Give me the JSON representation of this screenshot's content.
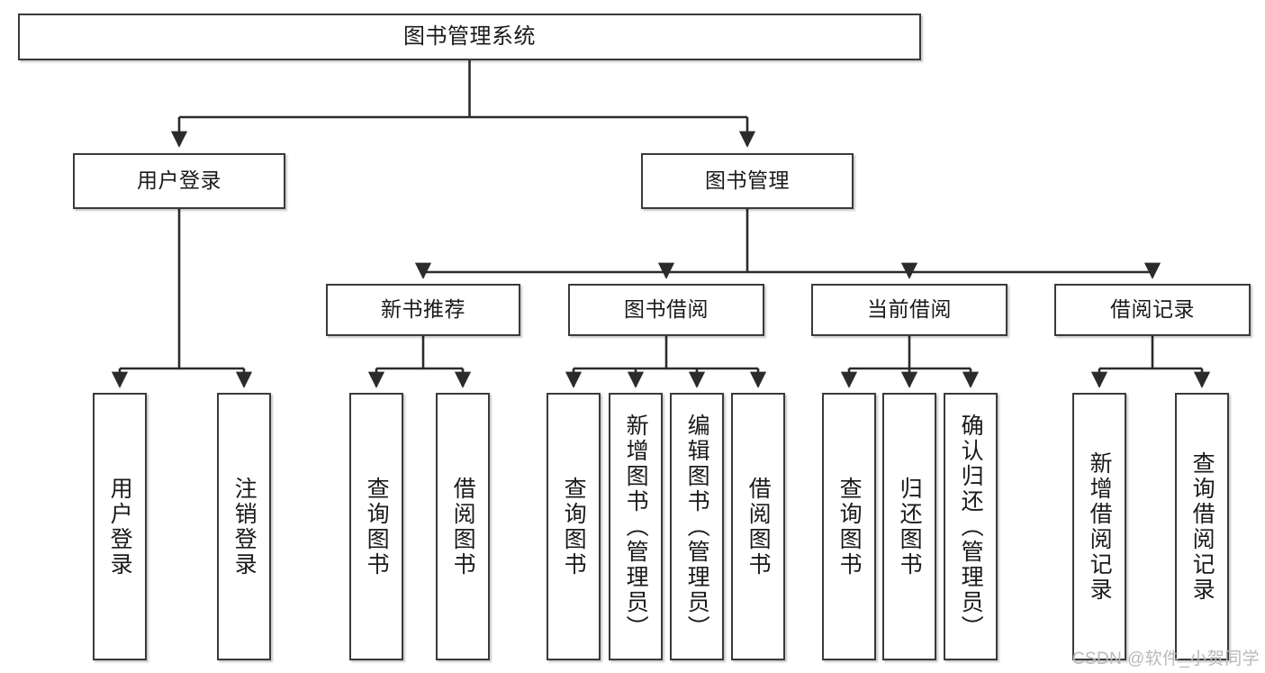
{
  "diagram": {
    "type": "tree-hierarchy",
    "title_node": {
      "id": "root",
      "label": "图书管理系统"
    },
    "level2": [
      {
        "id": "login",
        "label": "用户登录"
      },
      {
        "id": "bookmgmt",
        "label": "图书管理"
      }
    ],
    "level3": [
      {
        "id": "newbook",
        "label": "新书推荐",
        "parent": "bookmgmt"
      },
      {
        "id": "borrow",
        "label": "图书借阅",
        "parent": "bookmgmt"
      },
      {
        "id": "current",
        "label": "当前借阅",
        "parent": "bookmgmt"
      },
      {
        "id": "record",
        "label": "借阅记录",
        "parent": "bookmgmt"
      }
    ],
    "leaves": [
      {
        "id": "leaf-login-1",
        "label": "用户登录",
        "parent": "login"
      },
      {
        "id": "leaf-login-2",
        "label": "注销登录",
        "parent": "login"
      },
      {
        "id": "leaf-newbook-1",
        "label": "查询图书",
        "parent": "newbook"
      },
      {
        "id": "leaf-newbook-2",
        "label": "借阅图书",
        "parent": "newbook"
      },
      {
        "id": "leaf-borrow-1",
        "label": "查询图书",
        "parent": "borrow"
      },
      {
        "id": "leaf-borrow-2",
        "label": "新增图书（管理员）",
        "parent": "borrow"
      },
      {
        "id": "leaf-borrow-3",
        "label": "编辑图书（管理员）",
        "parent": "borrow"
      },
      {
        "id": "leaf-borrow-4",
        "label": "借阅图书",
        "parent": "borrow"
      },
      {
        "id": "leaf-current-1",
        "label": "查询图书",
        "parent": "current"
      },
      {
        "id": "leaf-current-2",
        "label": "归还图书",
        "parent": "current"
      },
      {
        "id": "leaf-current-3",
        "label": "确认归还（管理员）",
        "parent": "current"
      },
      {
        "id": "leaf-record-1",
        "label": "新增借阅记录",
        "parent": "record"
      },
      {
        "id": "leaf-record-2",
        "label": "查询借阅记录",
        "parent": "record"
      }
    ],
    "watermark": "CSDN @软件_小贺同学",
    "colors": {
      "box_border": "#3a3a3a",
      "box_fill": "#ffffff",
      "text": "#1a1a1a",
      "connector": "#2b2b2b",
      "watermark": "#b9b9b9",
      "background": "#ffffff"
    }
  }
}
